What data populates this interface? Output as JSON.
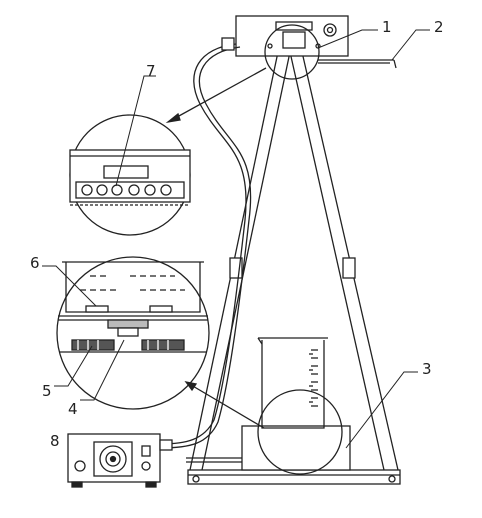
{
  "labels": [
    {
      "id": "1",
      "text": "1"
    },
    {
      "id": "2",
      "text": "2"
    },
    {
      "id": "3",
      "text": "3"
    },
    {
      "id": "4",
      "text": "4"
    },
    {
      "id": "5",
      "text": "5"
    },
    {
      "id": "6",
      "text": "6"
    },
    {
      "id": "7",
      "text": "7"
    },
    {
      "id": "8",
      "text": "8"
    }
  ],
  "colors": {
    "line": "#222222",
    "background": "#ffffff",
    "hatch": "#444444"
  }
}
